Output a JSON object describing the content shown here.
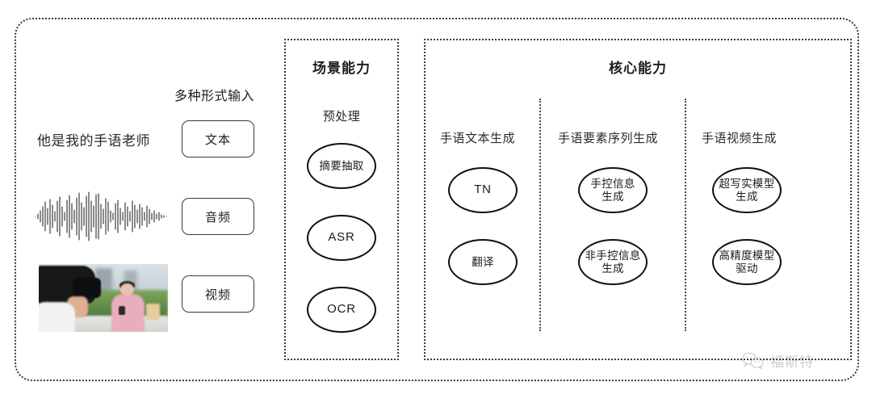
{
  "diagram": {
    "input_section": {
      "header_label": "多种形式输入",
      "sample_text": "他是我的手语老师",
      "chips": [
        {
          "label": "文本",
          "media": "text"
        },
        {
          "label": "音频",
          "media": "audio-waveform"
        },
        {
          "label": "视频",
          "media": "video-thumbnail"
        }
      ]
    },
    "scene_panel": {
      "title": "场景能力",
      "subtitle": "预处理",
      "nodes": [
        {
          "line1": "摘要抽取",
          "line2": ""
        },
        {
          "line1": "ASR",
          "line2": ""
        },
        {
          "line1": "OCR",
          "line2": ""
        }
      ]
    },
    "core_panel": {
      "title": "核心能力",
      "columns": [
        {
          "label": "手语文本生成",
          "nodes": [
            {
              "line1": "TN",
              "line2": ""
            },
            {
              "line1": "翻译",
              "line2": ""
            }
          ]
        },
        {
          "label": "手语要素序列生成",
          "nodes": [
            {
              "line1": "手控信息",
              "line2": "生成"
            },
            {
              "line1": "非手控信息",
              "line2": "生成"
            }
          ]
        },
        {
          "label": "手语视频生成",
          "nodes": [
            {
              "line1": "超写实模型",
              "line2": "生成"
            },
            {
              "line1": "高精度模型",
              "line2": "驱动"
            }
          ]
        }
      ]
    },
    "watermark": {
      "text": "福斯特",
      "icon": "wechat-icon"
    },
    "colors": {
      "background": "#ffffff",
      "border": "#3b3b3b",
      "text": "#2b2b2b",
      "node_stroke": "#111111"
    }
  }
}
